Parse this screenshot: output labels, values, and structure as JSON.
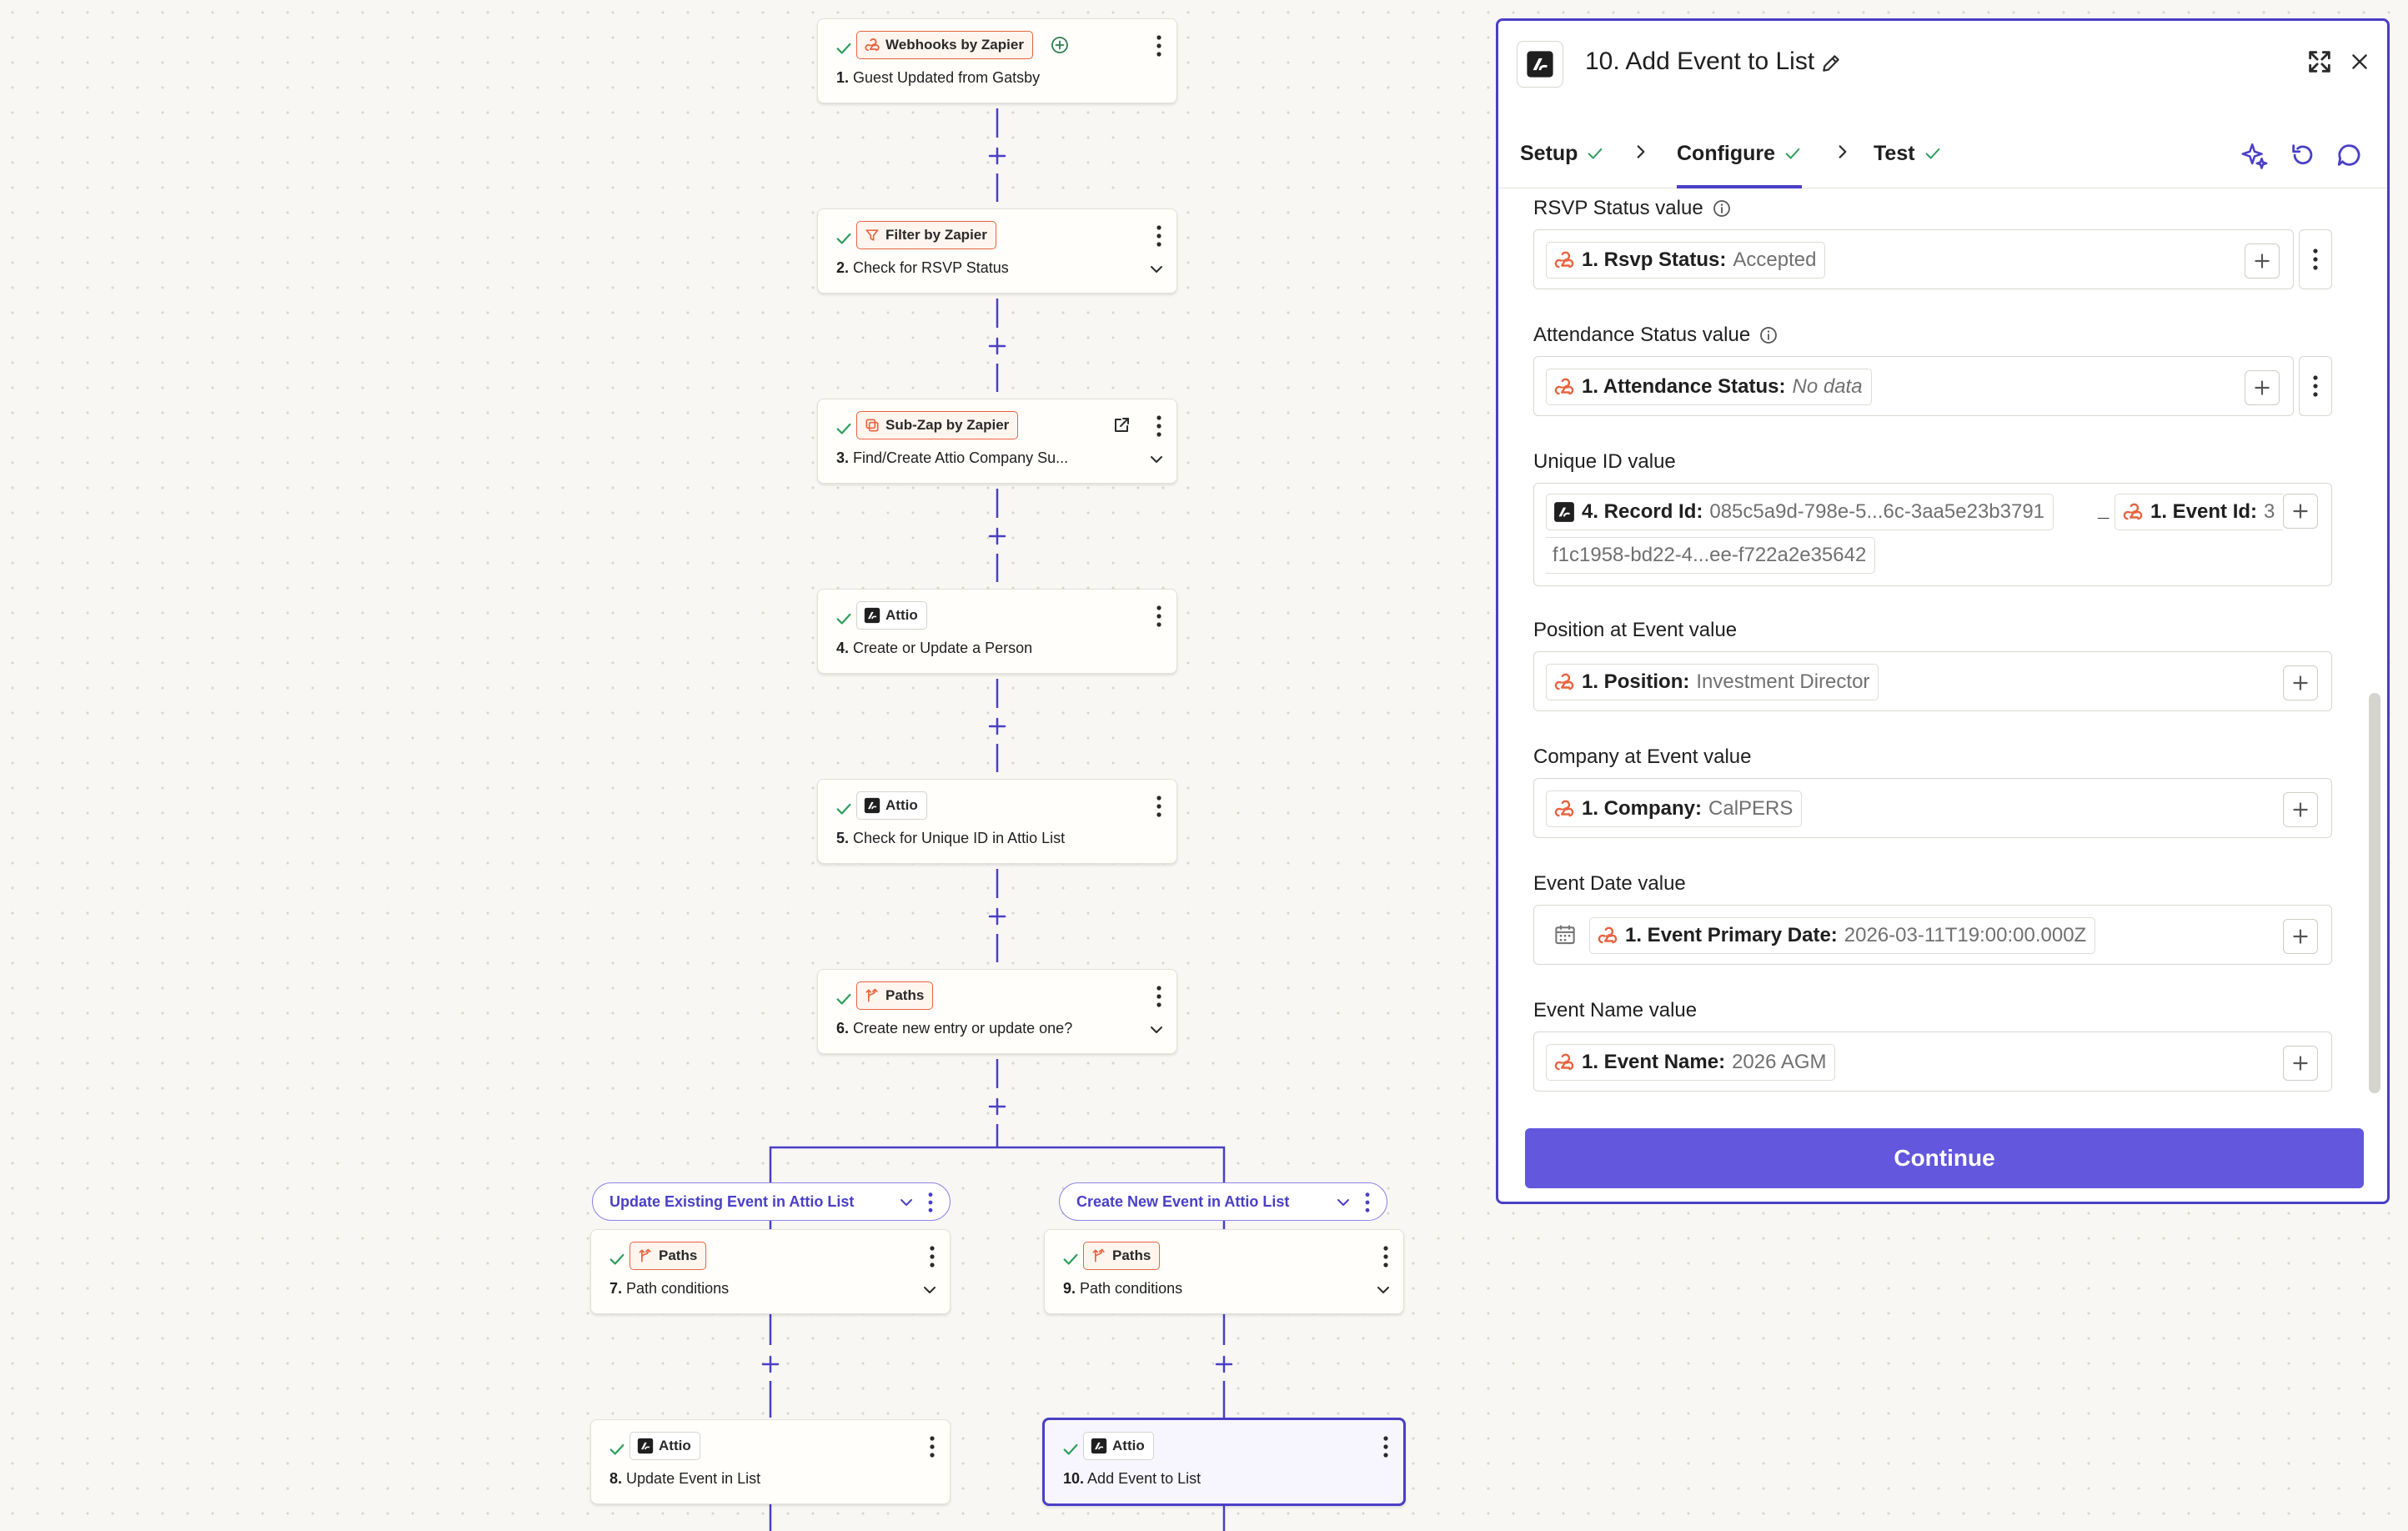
{
  "canvas": {
    "steps": [
      {
        "app": "Webhooks by Zapier",
        "icon": "webhook-icon",
        "num": "1.",
        "title": "Guest Updated from Gatsby"
      },
      {
        "app": "Filter by Zapier",
        "icon": "filter-icon",
        "num": "2.",
        "title": "Check for RSVP Status"
      },
      {
        "app": "Sub-Zap by Zapier",
        "icon": "subzap-icon",
        "num": "3.",
        "title": "Find/Create Attio Company Su..."
      },
      {
        "app": "Attio",
        "icon": "attio-logo-icon",
        "num": "4.",
        "title": "Create or Update a Person"
      },
      {
        "app": "Attio",
        "icon": "attio-logo-icon",
        "num": "5.",
        "title": "Check for Unique ID in Attio List"
      },
      {
        "app": "Paths",
        "icon": "paths-icon",
        "num": "6.",
        "title": "Create new entry or update one?"
      },
      {
        "app": "Paths",
        "icon": "paths-icon",
        "num": "7.",
        "title": "Path conditions"
      },
      {
        "app": "Paths",
        "icon": "paths-icon",
        "num": "9.",
        "title": "Path conditions"
      },
      {
        "app": "Attio",
        "icon": "attio-logo-icon",
        "num": "8.",
        "title": "Update Event in List"
      },
      {
        "app": "Attio",
        "icon": "attio-logo-icon",
        "num": "10.",
        "title": "Add Event to List"
      }
    ],
    "paths": [
      {
        "label": "Update Existing Event in Attio List"
      },
      {
        "label": "Create New Event in Attio List"
      }
    ]
  },
  "panel": {
    "title": "10. Add Event to List",
    "tabs": [
      {
        "label": "Setup"
      },
      {
        "label": "Configure"
      },
      {
        "label": "Test"
      }
    ],
    "fields": [
      {
        "label": "RSVP Status value",
        "pills": [
          {
            "key": "1. Rsvp Status:",
            "value": "Accepted"
          }
        ]
      },
      {
        "label": "Attendance Status value",
        "pills": [
          {
            "key": "1. Attendance Status:",
            "value": "No data"
          }
        ]
      },
      {
        "label": "Unique ID value",
        "pills": [
          {
            "key": "4. Record Id:",
            "value": "085c5a9d-798e-5...6c-3aa5e23b3791"
          },
          {
            "key": "1. Event Id:",
            "value": "3"
          },
          {
            "value": "f1c1958-bd22-4...ee-f722a2e35642"
          }
        ],
        "separator": "_"
      },
      {
        "label": "Position at Event value",
        "pills": [
          {
            "key": "1. Position:",
            "value": "Investment Director"
          }
        ]
      },
      {
        "label": "Company at Event value",
        "pills": [
          {
            "key": "1. Company:",
            "value": "CalPERS"
          }
        ]
      },
      {
        "label": "Event Date value",
        "pills": [
          {
            "key": "1. Event Primary Date:",
            "value": "2026-03-11T19:00:00.000Z"
          }
        ]
      },
      {
        "label": "Event Name value",
        "pills": [
          {
            "key": "1. Event Name:",
            "value": "2026 AGM"
          }
        ]
      }
    ],
    "continue_label": "Continue"
  },
  "colors": {
    "accent": "#4a3fc7",
    "button": "#6357de",
    "zapier_orange": "#e8633f",
    "check_green": "#2e9e5b"
  }
}
